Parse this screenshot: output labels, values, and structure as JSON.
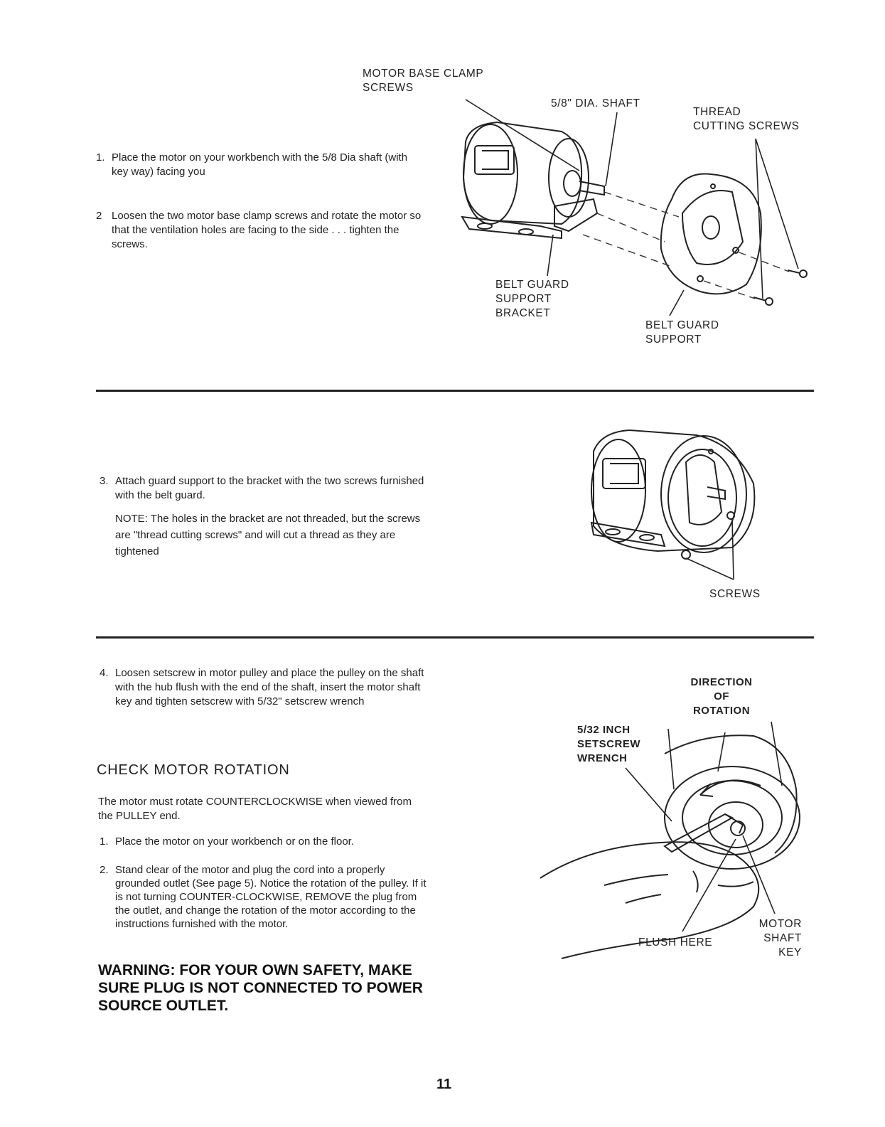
{
  "section1": {
    "step1": {
      "num": "1.",
      "text": "Place the motor on your workbench with the 5/8 Dia shaft (with key way) facing you"
    },
    "step2": {
      "num": "2",
      "text": "Loosen the two motor base clamp screws and rotate the motor so that the ventilation holes are facing to the side . . . tighten the screws."
    },
    "labels": {
      "clamp_screws": "MOTOR BASE CLAMP\nSCREWS",
      "shaft": "5/8\" DIA. SHAFT",
      "thread_screws": "THREAD\nCUTTING SCREWS",
      "bracket": "BELT  GUARD\nSUPPORT\nBRACKET",
      "guard_support": "BELT GUARD\nSUPPORT"
    }
  },
  "section2": {
    "step3": {
      "num": "3.",
      "text": "Attach guard support to the bracket with the two screws furnished with the belt guard."
    },
    "note": "NOTE:  The holes in the bracket are not threaded, but the screws are \"thread cutting screws\" and will cut a thread as they are tightened",
    "labels": {
      "screws": "SCREWS"
    }
  },
  "section3": {
    "step4": {
      "num": "4.",
      "text": "Loosen setscrew in motor pulley and place the pulley on the shaft with the hub flush with the end of the shaft, insert the motor shaft key and tighten setscrew with 5/32\" setscrew wrench"
    },
    "heading": "CHECK MOTOR ROTATION",
    "intro": "The motor must rotate COUNTERCLOCKWISE when viewed from the PULLEY end.",
    "step1": {
      "num": "1.",
      "text": "Place the motor on your workbench or on the floor."
    },
    "step2": {
      "num": "2.",
      "text": "Stand clear of the motor and plug the cord into a properly grounded outlet (See page 5). Notice the rotation of the pulley. If it is not turning COUNTER-CLOCKWISE, REMOVE the plug from the outlet, and change the rotation of the motor according to the instructions furnished with the motor."
    },
    "warning": "WARNING: FOR YOUR OWN SAFETY, MAKE SURE PLUG IS NOT CONNECTED TO POWER SOURCE OUTLET.",
    "labels": {
      "direction": "DIRECTION\nOF\nROTATION",
      "wrench": "5/32 INCH\nSETSCREW\nWRENCH",
      "flush": "FLUSH HERE",
      "key": "MOTOR\nSHAFT\nKEY"
    }
  },
  "page_number": "11"
}
